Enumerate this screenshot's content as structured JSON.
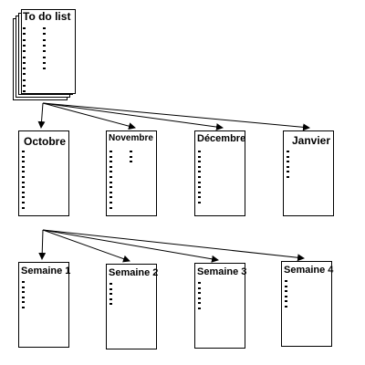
{
  "root": {
    "title": "To do list",
    "columns": [
      12,
      8
    ]
  },
  "months": [
    {
      "title": "Octobre",
      "columns": [
        12
      ]
    },
    {
      "title": "Novembre",
      "columns": [
        12,
        3
      ]
    },
    {
      "title": "Décembre",
      "columns": [
        11
      ]
    },
    {
      "title": "Janvier",
      "columns": [
        6
      ]
    }
  ],
  "weeks": [
    {
      "title": "Semaine 1",
      "columns": [
        6
      ]
    },
    {
      "title": "Semaine 2",
      "columns": [
        5
      ]
    },
    {
      "title": "Semaine 3",
      "columns": [
        6
      ]
    },
    {
      "title": "Semaine 4",
      "columns": [
        6
      ]
    }
  ],
  "line_color": "#000000"
}
